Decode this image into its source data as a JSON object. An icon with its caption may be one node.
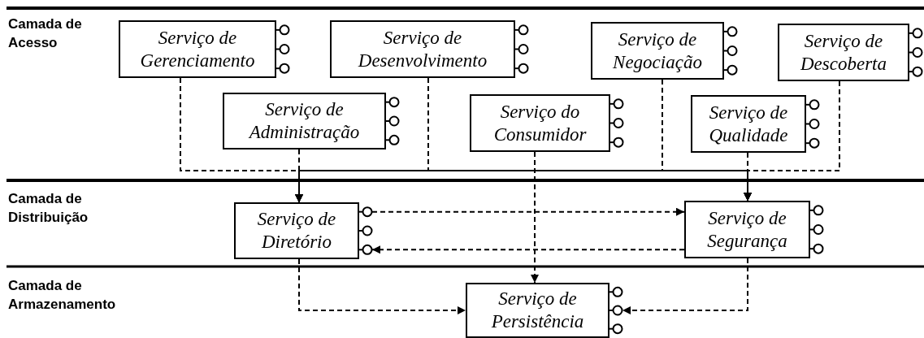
{
  "diagram": {
    "nodes": [
      {
        "text": [
          "Serviço de Gerenciamento"
        ]
      },
      {
        "text": [
          "Serviço de Desenvolvimento"
        ]
      },
      {
        "text": [
          "Serviço de Negociação"
        ]
      },
      {
        "text": [
          "Serviço de Descoberta"
        ]
      },
      {
        "text": [
          "Serviço de Administração"
        ]
      },
      {
        "text": [
          "Serviço do Consumidor"
        ]
      },
      {
        "text": [
          "Serviço de Qualidade"
        ]
      },
      {
        "text": [
          "Serviço de Diretório"
        ]
      },
      {
        "text": [
          "Serviço de Segurança"
        ]
      },
      {
        "text": [
          "Serviço de Persistência"
        ]
      }
    ],
    "edges": [
      {
        "from": 0,
        "to": 7,
        "arrow": "to",
        "style": "dashed"
      },
      {
        "from": 0,
        "to": 8,
        "arrow": "to",
        "style": "dashed"
      },
      {
        "from": 1,
        "to": 7,
        "arrow": "to",
        "style": "dashed"
      },
      {
        "from": 1,
        "to": 8,
        "arrow": "to",
        "style": "dashed"
      },
      {
        "from": 4,
        "to": 7,
        "arrow": "to",
        "style": "dashed"
      },
      {
        "from": 4,
        "to": 8,
        "arrow": "to",
        "style": "dashed"
      },
      {
        "from": 2,
        "to": 7,
        "arrow": "to",
        "style": "dashed"
      },
      {
        "from": 2,
        "to": 8,
        "arrow": "to",
        "style": "dashed"
      },
      {
        "from": 6,
        "to": 7,
        "arrow": "to",
        "style": "dashed"
      },
      {
        "from": 6,
        "to": 8,
        "arrow": "to",
        "style": "dashed"
      },
      {
        "from": 3,
        "to": 7,
        "arrow": "to",
        "style": "dashed"
      },
      {
        "from": 3,
        "to": 8,
        "arrow": "to",
        "style": "dashed"
      },
      {
        "from": 5,
        "to": 9,
        "arrow": "to",
        "style": "dashed"
      },
      {
        "from": 7,
        "to": 8,
        "arrow": "to",
        "style": "dashed"
      },
      {
        "from": 8,
        "to": 7,
        "arrow": "to",
        "style": "dashed"
      },
      {
        "from": 7,
        "to": 9,
        "arrow": "to",
        "style": "dashed"
      },
      {
        "from": 8,
        "to": 9,
        "arrow": "to",
        "style": "dashed"
      }
    ],
    "labels": [
      "Camada de Acesso",
      "Camada de Distribuição",
      "Camada de Armazenamento"
    ]
  }
}
